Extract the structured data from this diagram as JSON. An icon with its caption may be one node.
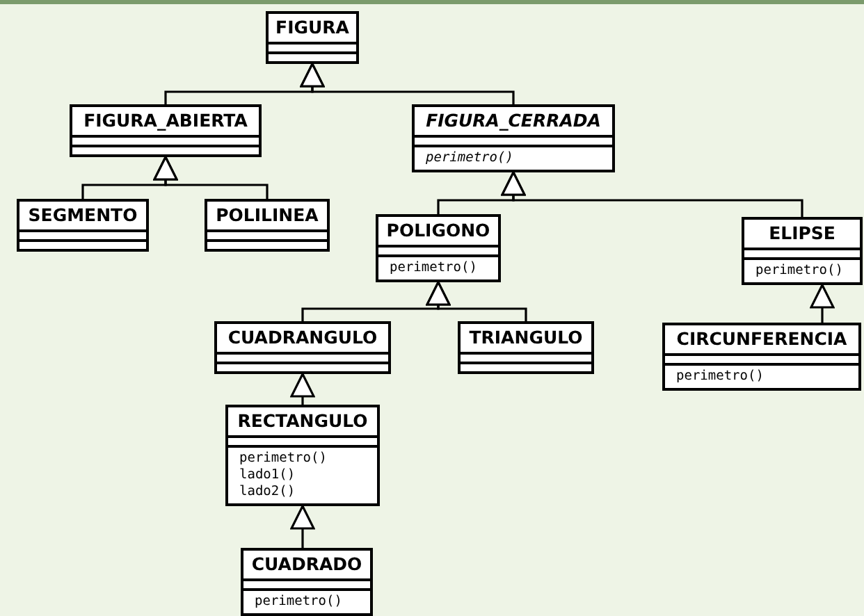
{
  "diagram": {
    "nodes": [
      {
        "text": [
          "FIGURA"
        ]
      },
      {
        "text": [
          "FIGURA_ABIERTA"
        ]
      },
      {
        "text": [
          "FIGURA_CERRADA",
          "perimetro()"
        ]
      },
      {
        "text": [
          "SEGMENTO"
        ]
      },
      {
        "text": [
          "POLILINEA"
        ]
      },
      {
        "text": [
          "POLIGONO",
          "perimetro()"
        ]
      },
      {
        "text": [
          "ELIPSE",
          "perimetro()"
        ]
      },
      {
        "text": [
          "CUADRANGULO"
        ]
      },
      {
        "text": [
          "TRIANGULO"
        ]
      },
      {
        "text": [
          "CIRCUNFERENCIA",
          "perimetro()"
        ]
      },
      {
        "text": [
          "RECTANGULO",
          "perimetro()",
          "lado1()",
          "lado2()"
        ]
      },
      {
        "text": [
          "CUADRADO",
          "perimetro()"
        ]
      }
    ],
    "edges": [
      {
        "from": 1,
        "to": 0,
        "arrow": "to"
      },
      {
        "from": 2,
        "to": 0,
        "arrow": "to"
      },
      {
        "from": 3,
        "to": 1,
        "arrow": "to"
      },
      {
        "from": 4,
        "to": 1,
        "arrow": "to"
      },
      {
        "from": 5,
        "to": 2,
        "arrow": "to"
      },
      {
        "from": 6,
        "to": 2,
        "arrow": "to"
      },
      {
        "from": 7,
        "to": 5,
        "arrow": "to"
      },
      {
        "from": 8,
        "to": 5,
        "arrow": "to"
      },
      {
        "from": 9,
        "to": 6,
        "arrow": "to"
      },
      {
        "from": 10,
        "to": 7,
        "arrow": "to"
      },
      {
        "from": 11,
        "to": 10,
        "arrow": "to"
      }
    ]
  }
}
